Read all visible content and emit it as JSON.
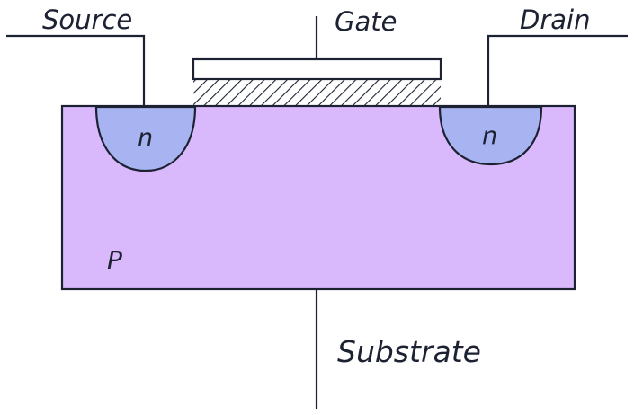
{
  "labels": {
    "source": "Source",
    "gate": "Gate",
    "drain": "Drain",
    "substrate": "Substrate",
    "p_region": "P",
    "n_left": "n",
    "n_right": "n"
  },
  "colors": {
    "ink": "#1d2233",
    "p_substrate": "#d9b8fb",
    "n_region": "#a8b4f1",
    "gate_fill": "#ffffff",
    "background": "#ffffff"
  }
}
